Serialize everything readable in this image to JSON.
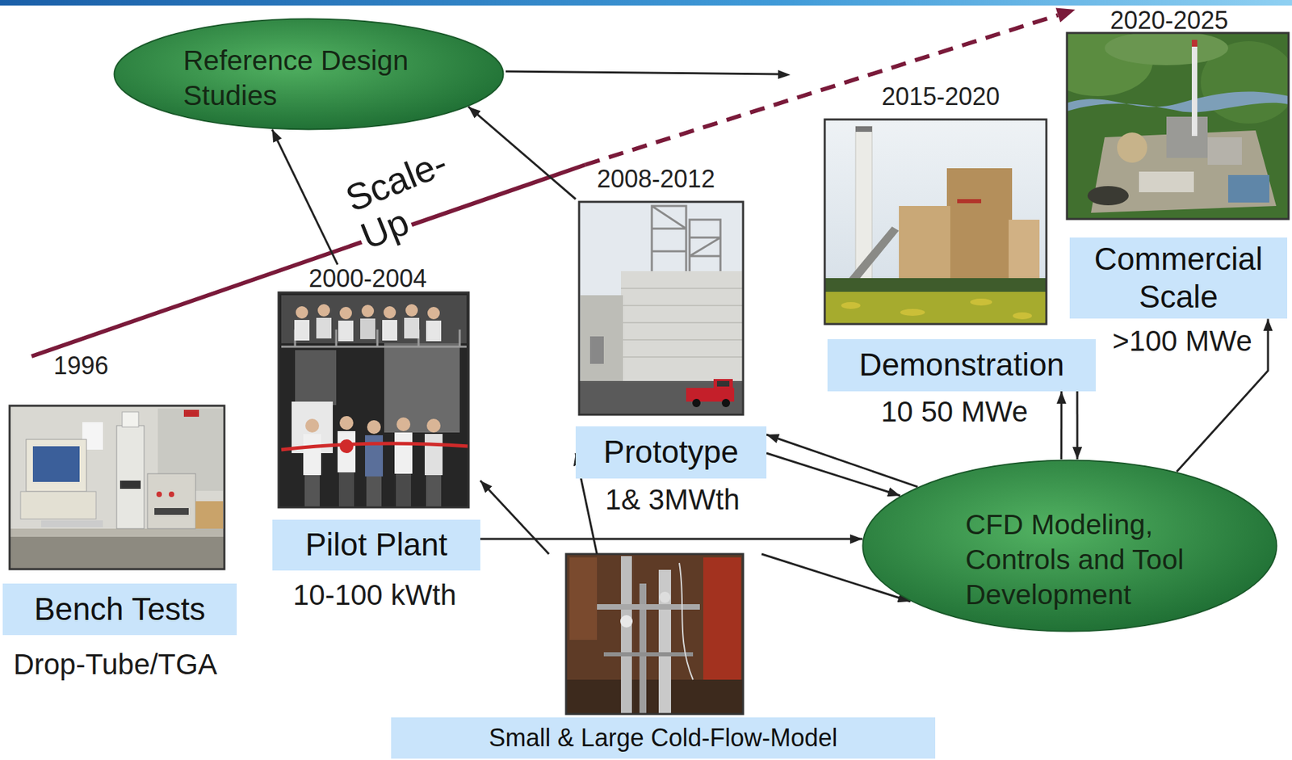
{
  "diagram": {
    "nodes": [
      {
        "text": [
          "Reference Design Studies"
        ]
      },
      {
        "text": [
          "1996",
          "Bench Tests"
        ]
      },
      {
        "text": [
          "2000-2004",
          "Pilot Plant"
        ]
      },
      {
        "text": [
          "2008-2012",
          "Prototype"
        ]
      },
      {
        "text": [
          "2015-2020",
          "Demonstration"
        ]
      },
      {
        "text": [
          "2020-2025",
          "Commercial Scale"
        ]
      },
      {
        "text": [
          "CFD Modeling, Controls and Tool Development"
        ]
      },
      {
        "text": [
          "Small & Large Cold-Flow-Model"
        ]
      }
    ],
    "edges": [
      {
        "from": 2,
        "to": 0,
        "arrow": "to"
      },
      {
        "from": 3,
        "to": 0,
        "arrow": "to"
      },
      {
        "from": 2,
        "to": 6,
        "arrow": "to"
      },
      {
        "from": 6,
        "to": 3,
        "arrow": "to"
      },
      {
        "from": 3,
        "to": 6,
        "arrow": "to"
      },
      {
        "from": 6,
        "to": 4,
        "arrow": "to"
      },
      {
        "from": 4,
        "to": 6,
        "arrow": "to"
      },
      {
        "from": 6,
        "to": 5,
        "arrow": "to"
      },
      {
        "from": 7,
        "to": 2,
        "arrow": "to"
      },
      {
        "from": 7,
        "to": 3,
        "arrow": "to"
      },
      {
        "from": 7,
        "to": 6,
        "arrow": "to"
      }
    ],
    "labels": [
      "Scale- Up",
      "Drop-Tube/TGA",
      "10-100 kWth",
      "1& 3MWth",
      "10 50 MWe",
      ">100 MWe"
    ]
  }
}
